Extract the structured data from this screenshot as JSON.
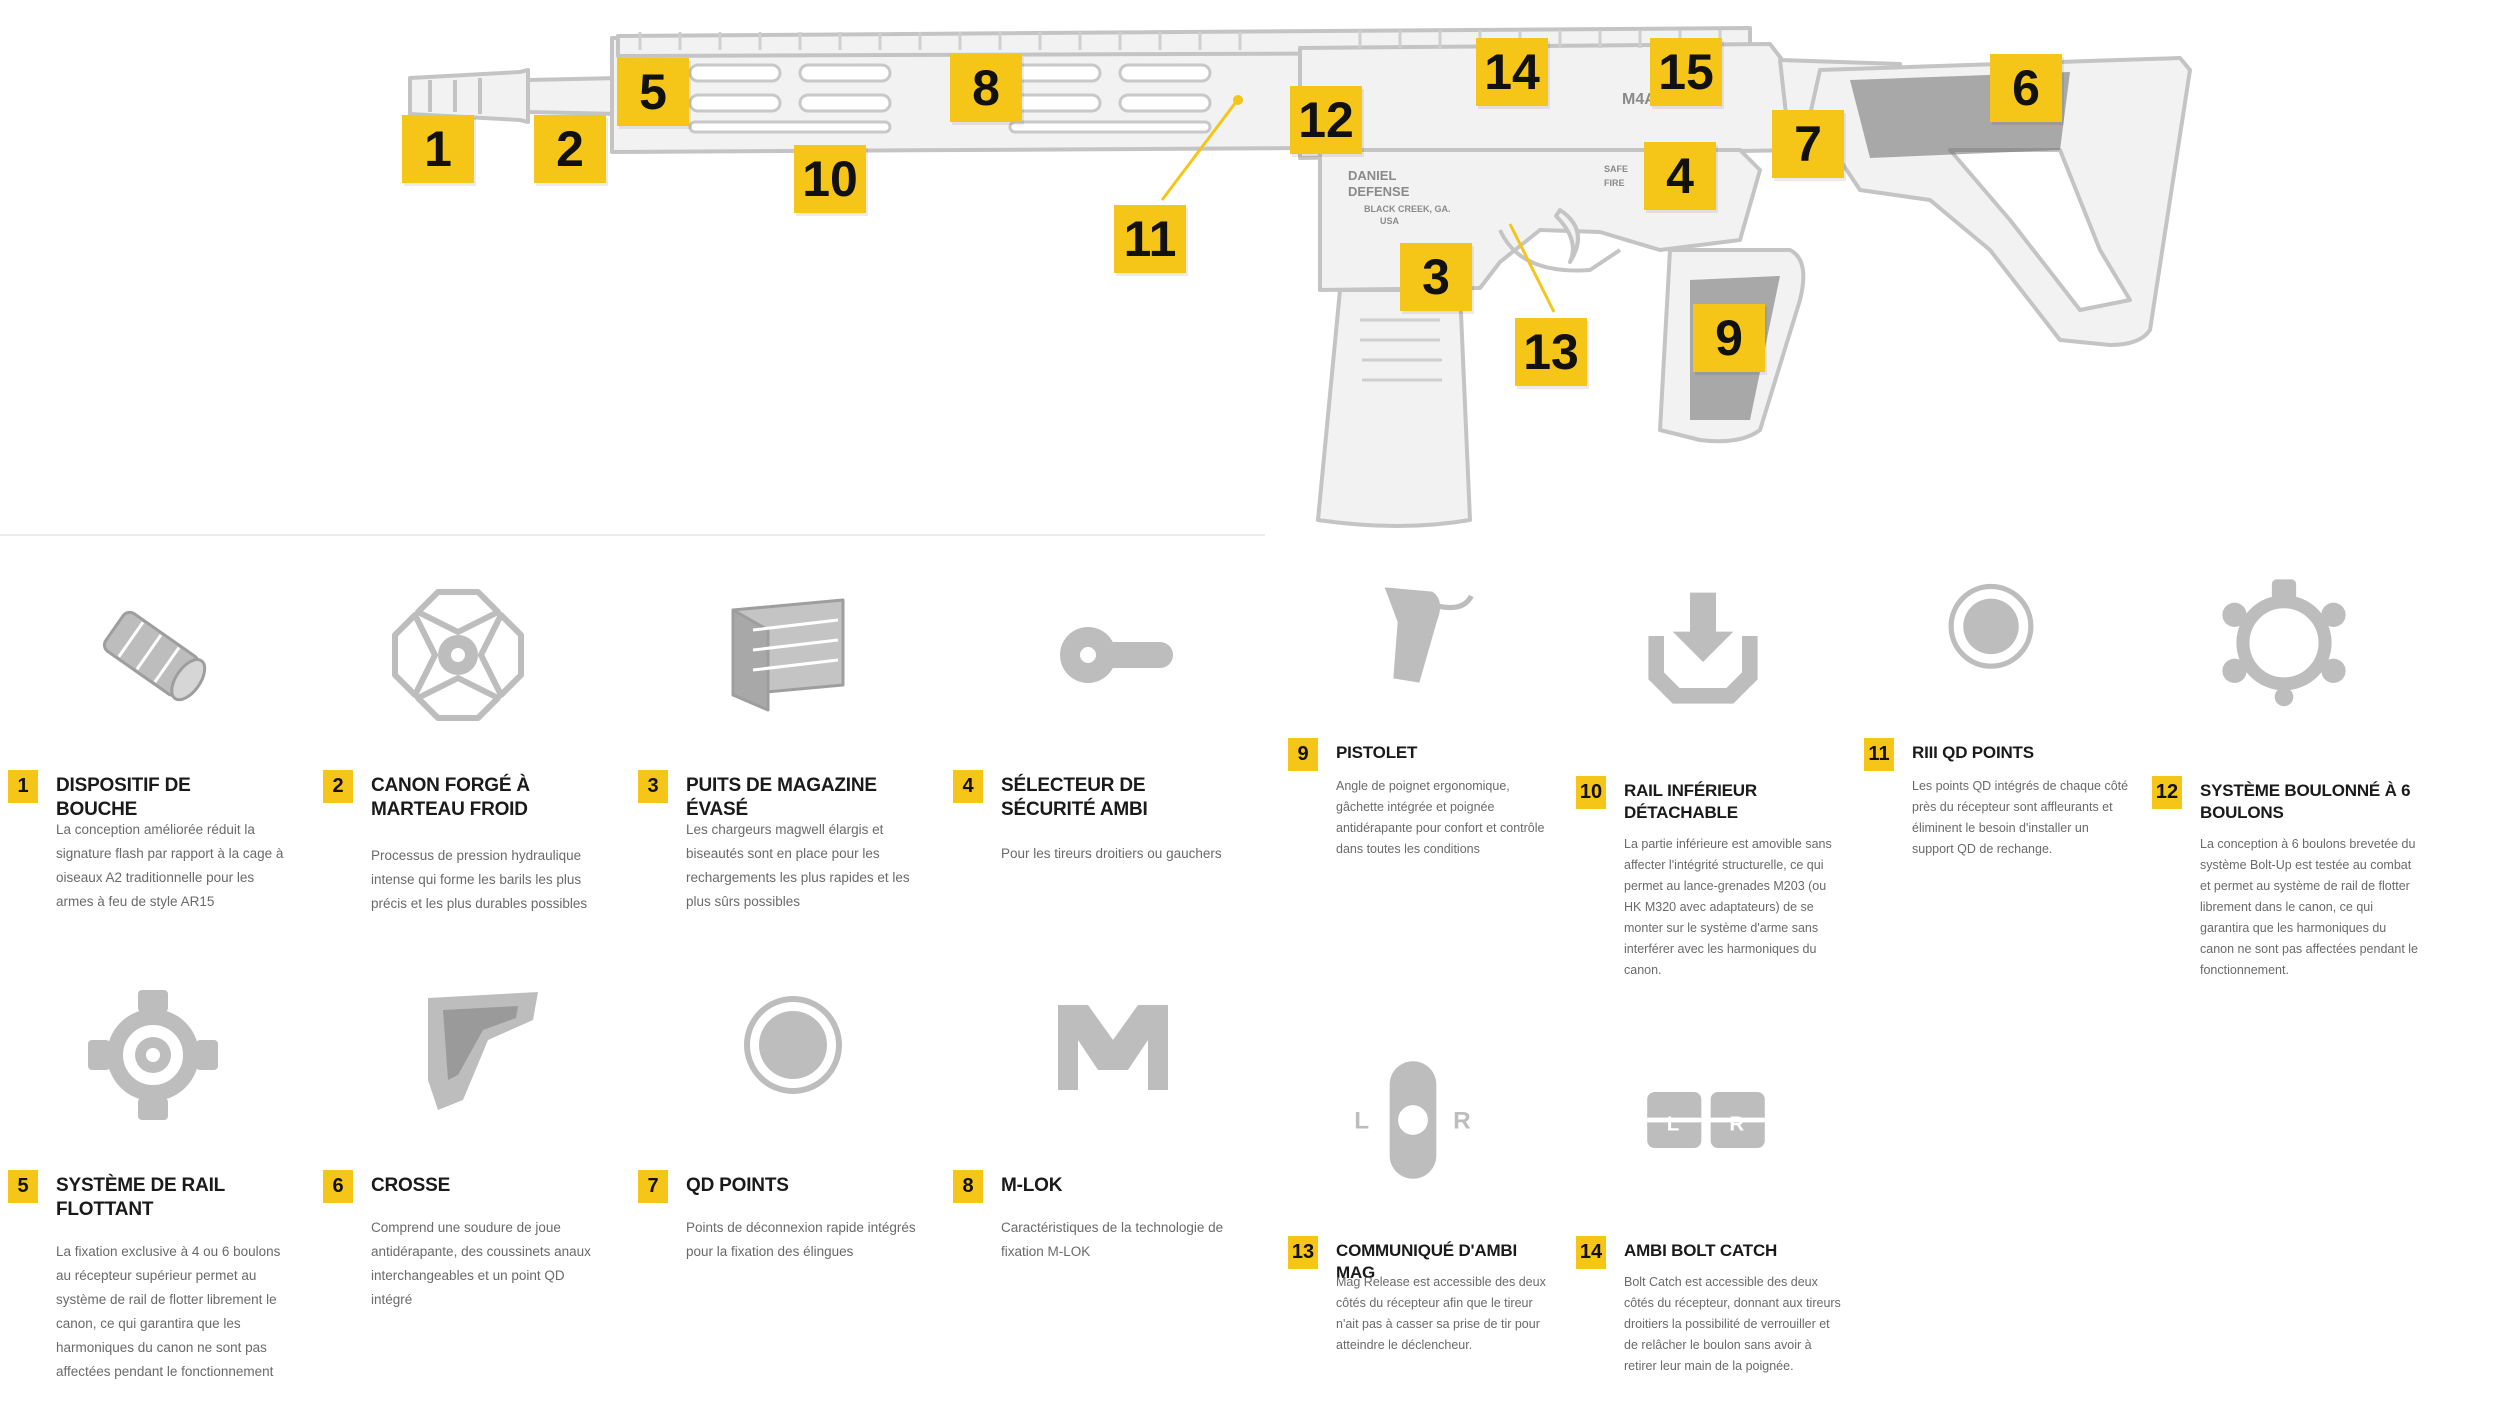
{
  "diagram": {
    "markings": [
      "DANIEL",
      "DEFENSE",
      "BLACK CREEK, GA.",
      "USA",
      "M4A1",
      "SAFE",
      "FIRE"
    ],
    "callouts": [
      "1",
      "2",
      "3",
      "4",
      "5",
      "6",
      "7",
      "8",
      "9",
      "10",
      "11",
      "12",
      "13",
      "14",
      "15"
    ],
    "accent_color": "#f5c518",
    "line_color": "#c8c8c8"
  },
  "features": [
    {
      "num": "1",
      "icon": "muzzle-device-icon",
      "title": "DISPOSITIF DE BOUCHE",
      "desc": "La conception améliorée réduit la signature flash par rapport à la cage à oiseaux A2 traditionnelle pour les armes à feu de style AR15"
    },
    {
      "num": "2",
      "icon": "hammer-forged-barrel-icon",
      "title": "CANON FORGÉ À MARTEAU FROID",
      "desc": "Processus de pression hydraulique intense qui forme les barils les plus précis et les plus durables possibles"
    },
    {
      "num": "3",
      "icon": "flared-magwell-icon",
      "title": "PUITS DE MAGAZINE ÉVASÉ",
      "desc": "Les chargeurs magwell élargis et biseautés sont en place pour les rechargements les plus rapides et les plus sûrs possibles"
    },
    {
      "num": "4",
      "icon": "safety-selector-icon",
      "title": "SÉLECTEUR DE SÉCURITÉ AMBI",
      "desc": "Pour les tireurs droitiers ou gauchers"
    },
    {
      "num": "5",
      "icon": "floating-rail-system-icon",
      "title": "SYSTÈME DE RAIL FLOTTANT",
      "desc": "La fixation exclusive à 4 ou 6 boulons au récepteur supérieur permet au système de rail de flotter librement le canon, ce qui garantira que les harmoniques du canon ne sont pas affectées pendant le fonctionnement"
    },
    {
      "num": "6",
      "icon": "buttstock-icon",
      "title": "CROSSE",
      "desc": "Comprend une soudure de joue antidérapante, des coussinets anaux interchangeables et un point QD intégré"
    },
    {
      "num": "7",
      "icon": "qd-point-icon",
      "title": "QD POINTS",
      "desc": "Points de déconnexion rapide intégrés pour la fixation des élingues"
    },
    {
      "num": "8",
      "icon": "m-lok-icon",
      "title": "M-LOK",
      "desc": "Caractéristiques de la technologie de fixation M-LOK"
    },
    {
      "num": "9",
      "icon": "pistol-grip-icon",
      "title": "PISTOLET",
      "desc": "Angle de poignet ergonomique, gâchette intégrée et poignée antidérapante pour confort et contrôle dans toutes les conditions"
    },
    {
      "num": "10",
      "icon": "detachable-lower-rail-icon",
      "title": "RAIL INFÉRIEUR DÉTACHABLE",
      "desc": "La partie inférieure est amovible sans affecter l'intégrité structurelle, ce qui permet au lance-grenades M203 (ou HK M320 avec adaptateurs) de se monter sur le système d'arme sans interférer avec les harmoniques du canon."
    },
    {
      "num": "11",
      "icon": "riii-qd-point-icon",
      "title": "RIII QD POINTS",
      "desc": "Les points QD intégrés de chaque côté près du récepteur sont affleurants et éliminent le besoin d'installer un support QD de rechange."
    },
    {
      "num": "12",
      "icon": "six-bolt-system-icon",
      "title": "SYSTÈME BOULONNÉ À 6 BOULONS",
      "desc": "La conception à 6 boulons brevetée du système Bolt-Up est testée au combat et permet au système de rail de flotter librement dans le canon, ce qui garantira que les harmoniques du canon ne sont pas affectées pendant le fonctionnement."
    },
    {
      "num": "13",
      "icon": "ambi-mag-release-icon",
      "title": "COMMUNIQUÉ D'AMBI MAG",
      "desc": "Mag Release est accessible des deux côtés du récepteur afin que le tireur n'ait pas à casser sa prise de tir pour atteindre le déclencheur."
    },
    {
      "num": "14",
      "icon": "ambi-bolt-catch-icon",
      "title": "AMBI BOLT CATCH",
      "desc": "Bolt Catch est accessible des deux côtés du récepteur, donnant aux tireurs droitiers la possibilité de verrouiller et de relâcher le boulon sans avoir à retirer leur main de la poignée."
    }
  ],
  "icon_labels": {
    "left": "L",
    "right": "R"
  }
}
